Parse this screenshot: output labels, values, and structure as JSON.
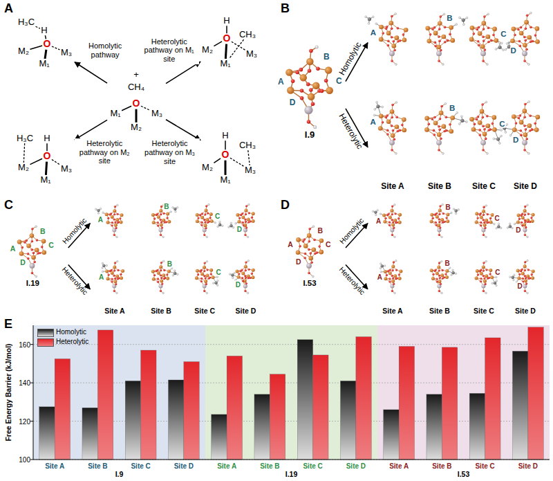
{
  "diagram": {
    "nodes": [
      {
        "text": [
          "H₃C",
          "H",
          "O",
          "M₂",
          "M₃",
          "M₁"
        ]
      },
      {
        "text": [
          "H",
          "O",
          "CH₃",
          "M₂",
          "M₃",
          "M₁"
        ]
      },
      {
        "text": [
          "+",
          "CH₄",
          "O",
          "M₁",
          "M₃",
          "M₂"
        ]
      },
      {
        "text": [
          "H₃C",
          "H",
          "O",
          "M₂",
          "M₃",
          "M₁"
        ]
      },
      {
        "text": [
          "H",
          "CH₃",
          "O",
          "M₂",
          "M₃",
          "M₁"
        ]
      }
    ],
    "edges": [
      {
        "from": 2,
        "to": 0,
        "arrow": "to",
        "label": "Homolytic pathway"
      },
      {
        "from": 2,
        "to": 1,
        "arrow": "to",
        "label": "Heterolytic pathway on M₁ site"
      },
      {
        "from": 2,
        "to": 3,
        "arrow": "to",
        "label": "Heterolytic pathway on M₂ site"
      },
      {
        "from": 2,
        "to": 4,
        "arrow": "to",
        "label": "Heterolytic pathway on M₃ site"
      }
    ],
    "labels": [
      "A",
      "B",
      "A",
      "B",
      "C",
      "D",
      "I.9",
      "Homolytic",
      "Heterolytic",
      "A",
      "B",
      "C",
      "D",
      "A",
      "B",
      "C",
      "D",
      "Site A",
      "Site B",
      "Site C",
      "Site D",
      "C",
      "A",
      "B",
      "C",
      "D",
      "I.19",
      "Homolytic",
      "Heterolytic",
      "A",
      "B",
      "C",
      "D",
      "A",
      "B",
      "C",
      "D",
      "Site A",
      "Site B",
      "Site C",
      "Site D",
      "D",
      "A",
      "B",
      "C",
      "D",
      "I.53",
      "Homolytic",
      "Heterolytic",
      "A",
      "B",
      "C",
      "D",
      "A",
      "B",
      "C",
      "D",
      "Site A",
      "Site B",
      "Site C",
      "Site D",
      "E",
      "Free Energy Barrier (kJ/mol)",
      "160",
      "140",
      "120",
      "100",
      "Site A",
      "Site B",
      "Site C",
      "Site D",
      "Site A",
      "Site B",
      "Site C",
      "Site D",
      "Site A",
      "Site B",
      "Site C",
      "Site D",
      "I.9",
      "I.19",
      "I.53"
    ],
    "legend": [
      {
        "text": "Homolytic",
        "color": "#1a1a1a"
      },
      {
        "text": "Heterolytic",
        "color": "#e3262b"
      }
    ]
  }
}
